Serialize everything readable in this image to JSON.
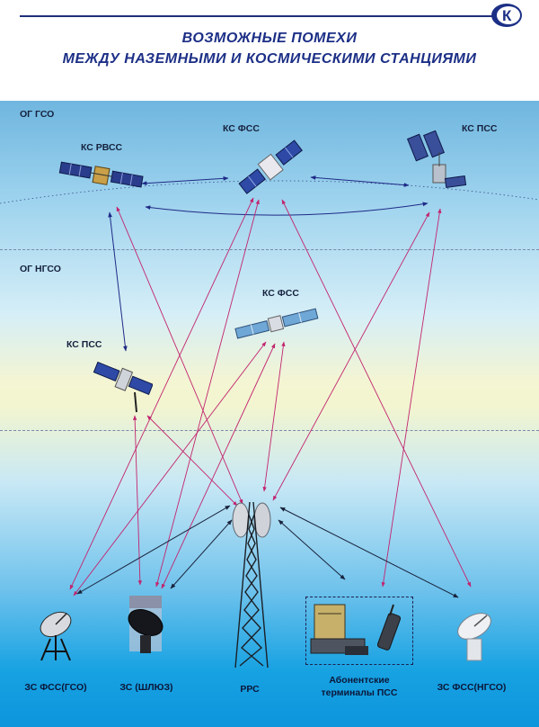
{
  "header": {
    "logo_letter": "К",
    "title_line1": "ВОЗМОЖНЫЕ ПОМЕХИ",
    "title_line2": "МЕЖДУ НАЗЕМНЫМИ И КОСМИЧЕСКИМИ СТАНЦИЯМИ"
  },
  "zones": {
    "geo": "ОГ ГСО",
    "ngso": "ОГ НГСО"
  },
  "satellites": {
    "rvss_geo": "КС  РВСС",
    "fss_geo": "КС ФСС",
    "pss_geo": "КС ПСС",
    "fss_ngso": "КС ФСС",
    "pss_ngso": "КС ПСС"
  },
  "ground": {
    "es_fss_geo": "ЗС ФСС(ГСО)",
    "es_gateway": "ЗС (ШЛЮЗ)",
    "rrs": "РРС",
    "terminals_line1": "Абонентские",
    "terminals_line2": "терминалы ПСС",
    "es_fss_ngso": "ЗС ФСС(НГСО)"
  },
  "colors": {
    "title": "#1c2f86",
    "link_space": "#1f2a86",
    "link_interference": "#c2246e",
    "link_ground": "#18233c"
  }
}
